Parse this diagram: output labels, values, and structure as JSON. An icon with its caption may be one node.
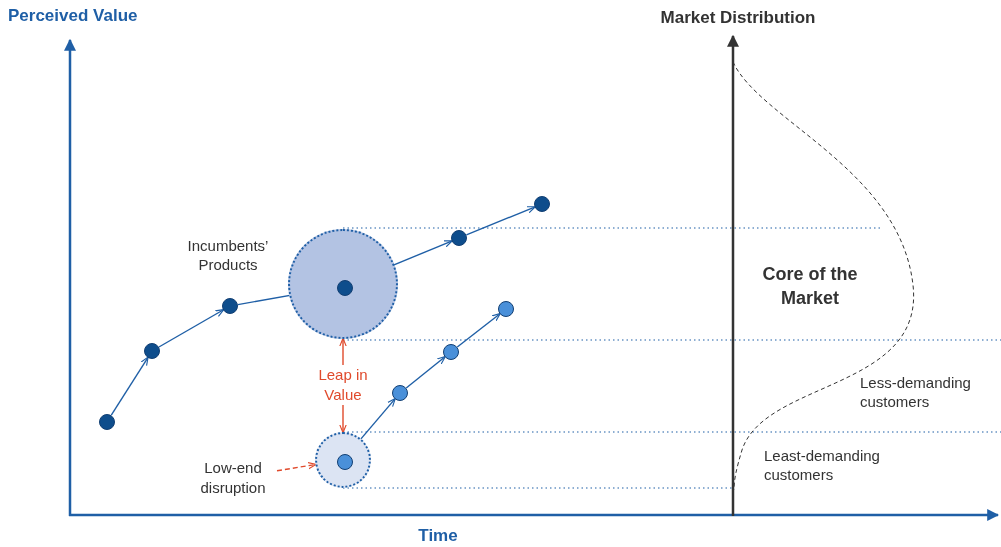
{
  "diagram": {
    "nodes": [
      {
        "text": [],
        "shape": "circle"
      },
      {
        "text": [],
        "shape": "circle"
      },
      {
        "text": [],
        "shape": "circle"
      },
      {
        "text": [],
        "shape": "circle"
      },
      {
        "text": [],
        "shape": "circle"
      },
      {
        "text": [],
        "shape": "circle",
        "in": 0
      },
      {
        "text": [],
        "shape": "circle"
      },
      {
        "text": [],
        "shape": "circle"
      },
      {
        "text": [],
        "shape": "circle",
        "in": 1
      },
      {
        "text": [],
        "shape": "circle"
      },
      {
        "text": [],
        "shape": "circle"
      },
      {
        "text": [],
        "shape": "circle"
      },
      {
        "text": [
          "Leap in Value"
        ]
      },
      {
        "text": [
          "Low-end disruption"
        ]
      }
    ],
    "edges": [
      {
        "from": 2,
        "to": 3,
        "arrow": "to"
      },
      {
        "from": 3,
        "to": 4,
        "arrow": "to"
      },
      {
        "from": 4,
        "to": 5,
        "arrow": "to"
      },
      {
        "from": 5,
        "to": 6,
        "arrow": "to"
      },
      {
        "from": 6,
        "to": 7,
        "arrow": "to"
      },
      {
        "from": 8,
        "to": 9,
        "arrow": "to"
      },
      {
        "from": 9,
        "to": 10,
        "arrow": "to"
      },
      {
        "from": 10,
        "to": 11,
        "arrow": "to"
      },
      {
        "from": 12,
        "to": 0,
        "arrow": "to",
        "color": "#e04a2c"
      },
      {
        "from": 12,
        "to": 1,
        "arrow": "to",
        "color": "#e04a2c"
      },
      {
        "from": 13,
        "to": 1,
        "arrow": "to",
        "style": "dashed",
        "color": "#e04a2c"
      }
    ],
    "labels": [
      "Perceived Value",
      "Market Distribution",
      "Incumbents’ Products",
      "Core of the Market",
      "Less-demanding customers",
      "Least-demanding customers",
      "Time"
    ]
  }
}
